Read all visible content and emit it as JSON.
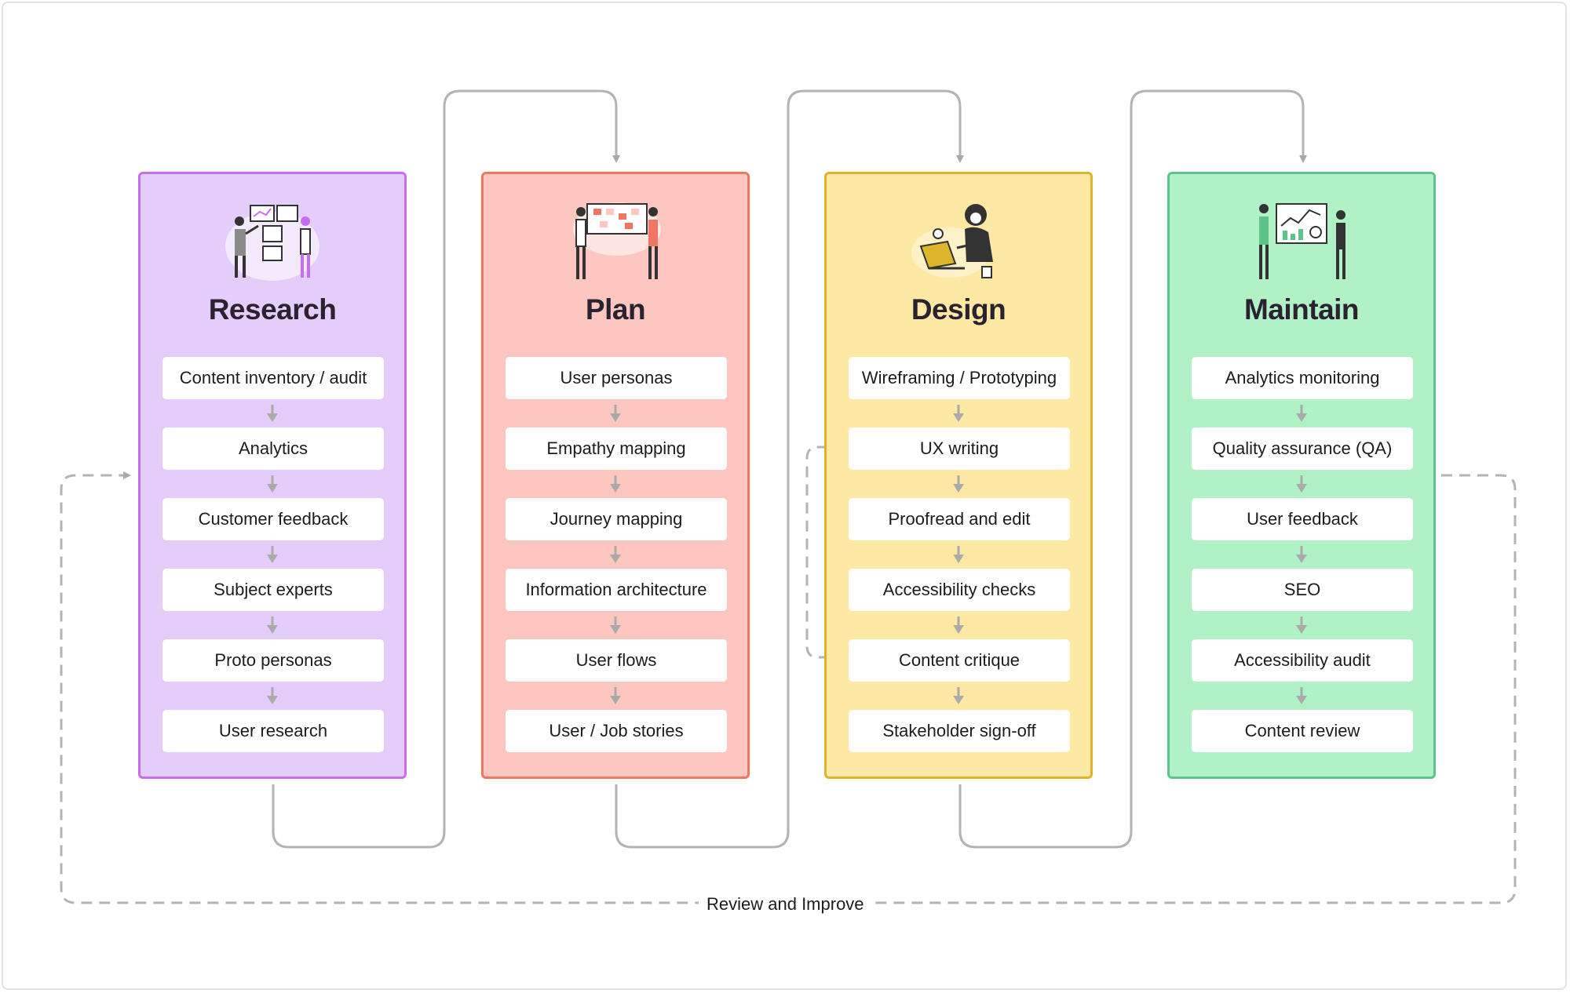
{
  "colors": {
    "connector": "#b3b3b3",
    "dashed": "#b3b3b3"
  },
  "stages": [
    {
      "title": "Research",
      "icon": "research-illustration-icon",
      "steps": [
        "Content inventory / audit",
        "Analytics",
        "Customer feedback",
        "Subject experts",
        "Proto personas",
        "User research"
      ]
    },
    {
      "title": "Plan",
      "icon": "plan-illustration-icon",
      "steps": [
        "User personas",
        "Empathy mapping",
        "Journey mapping",
        "Information architecture",
        "User flows",
        "User / Job stories"
      ]
    },
    {
      "title": "Design",
      "icon": "design-illustration-icon",
      "steps": [
        "Wireframing / Prototyping",
        "UX writing",
        "Proofread and edit",
        "Accessibility checks",
        "Content critique",
        "Stakeholder sign-off"
      ]
    },
    {
      "title": "Maintain",
      "icon": "maintain-illustration-icon",
      "steps": [
        "Analytics monitoring",
        "Quality assurance (QA)",
        "User feedback",
        "SEO",
        "Accessibility audit",
        "Content review"
      ]
    }
  ],
  "loop": {
    "label": "Review and Improve"
  }
}
